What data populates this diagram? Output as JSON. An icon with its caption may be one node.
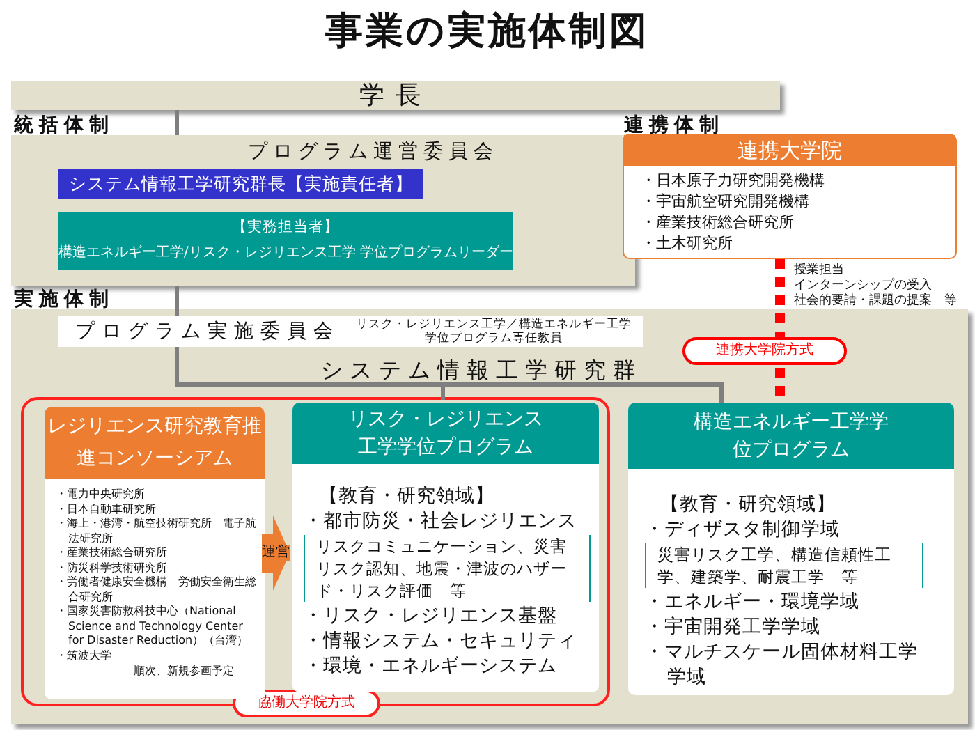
{
  "diagram": {
    "title": "事業の実施体制図",
    "nodes": [
      {
        "text": [
          "学長"
        ]
      },
      {
        "text": [
          "統括体制",
          "プログラム運営委員会"
        ]
      },
      {
        "text": [
          "システム情報工学研究群長【実施責任者】"
        ],
        "in": 1
      },
      {
        "text": [
          "【実務担当者】",
          "構造エネルギー工学/リスク・レジリエンス工学 学位プログラムリーダー"
        ],
        "in": 1
      },
      {
        "text": [
          "連携体制",
          "連携大学院",
          "・日本原子力研究開発機構",
          "・宇宙航空研究開発機構",
          "・産業技術総合研究所",
          "・土木研究所"
        ]
      },
      {
        "text": [
          "実施体制"
        ]
      },
      {
        "text": [
          "プログラム実施委員会",
          "リスク・レジリエンス工学／構造エネルギー工学学位プログラム専任教員"
        ],
        "in": 5
      },
      {
        "text": [
          "協働大学院方式"
        ],
        "in": 5
      },
      {
        "text": [
          "レジリエンス研究教育推進コンソーシアム",
          "・電力中央研究所",
          "・日本自動車研究所",
          "・海上・港湾・航空技術研究所　電子航法研究所",
          "・産業技術総合研究所",
          "・防災科学技術研究所",
          "・労働者健康安全機構　労働安全衛生総合研究所",
          "・国家災害防救科技中心（National Science and Technology Center for Disaster Reduction）（台湾）",
          "・筑波大学",
          "順次、新規参画予定"
        ],
        "in": 7
      },
      {
        "text": [
          "リスク・レジリエンス工学学位プログラム",
          "【教育・研究領域】",
          "・都市防災・社会レジリエンス",
          "リスクコミュニケーション、災害リスク認知、地震・津波のハザード・リスク評価　等",
          "・リスク・レジリエンス基盤",
          "・情報システム・セキュリティ",
          "・環境・エネルギーシステム"
        ],
        "in": 7
      },
      {
        "text": [
          "構造エネルギー工学学位プログラム",
          "【教育・研究領域】",
          "・ディザスタ制御学域",
          "災害リスク工学、構造信頼性工学、建築学、耐震工学　等",
          "・エネルギー・環境学域",
          "・宇宙開発工学学域",
          "・マルチスケール固体材料工学学域"
        ],
        "in": 5
      }
    ],
    "edges": [
      {
        "from": 0,
        "to": 1,
        "arrow": "none"
      },
      {
        "from": 1,
        "to": 6,
        "arrow": "none"
      },
      {
        "from": 6,
        "to": 9,
        "arrow": "none"
      },
      {
        "from": 6,
        "to": 10,
        "arrow": "none"
      },
      {
        "from": 8,
        "to": 9,
        "arrow": "to",
        "label": "運営",
        "style": "thick",
        "color": "#ed7d31"
      },
      {
        "from": 4,
        "to": 10,
        "arrow": "none",
        "label": "連携大学院方式",
        "style": "dashed",
        "color": "#ff0000"
      }
    ],
    "labels": [
      "システム情報工学研究群",
      "授業担当",
      "インターンシップの受入",
      "社会的要請・課題の提案　等"
    ]
  }
}
